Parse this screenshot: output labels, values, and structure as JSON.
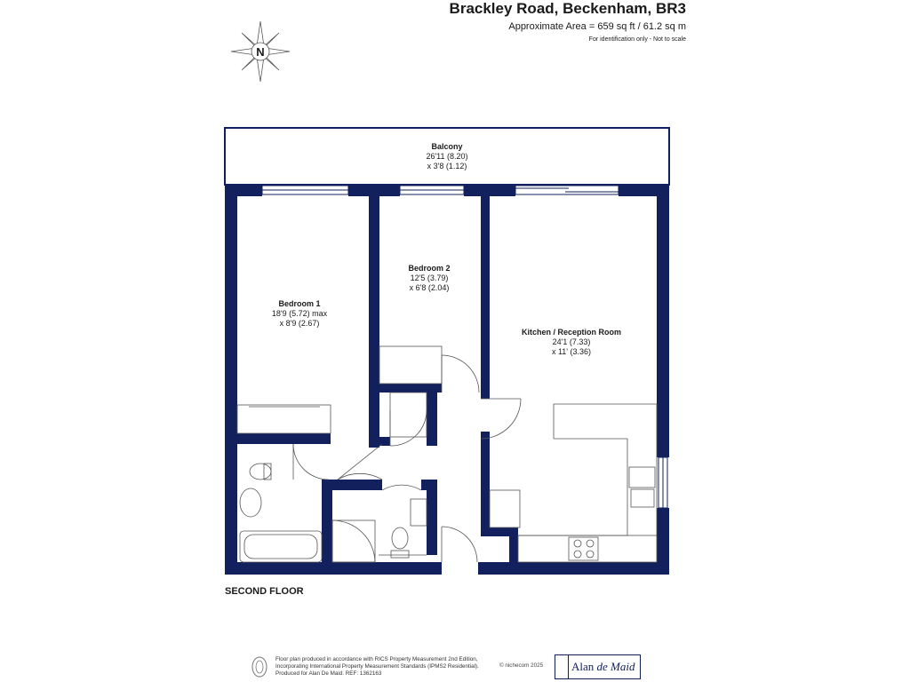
{
  "header": {
    "title": "Brackley Road, Beckenham, BR3",
    "area": "Approximate Area = 659 sq ft / 61.2 sq m",
    "note": "For identification only - Not to scale"
  },
  "compass": {
    "letter": "N"
  },
  "rooms": {
    "balcony": {
      "name": "Balcony",
      "dim1": "26'11 (8.20)",
      "dim2": "x 3'8 (1.12)"
    },
    "bedroom1": {
      "name": "Bedroom 1",
      "dim1": "18'9 (5.72) max",
      "dim2": "x 8'9 (2.67)"
    },
    "bedroom2": {
      "name": "Bedroom 2",
      "dim1": "12'5 (3.79)",
      "dim2": "x 6'8 (2.04)"
    },
    "kitchen": {
      "name": "Kitchen / Reception Room",
      "dim1": "24'1 (7.33)",
      "dim2": "x 11' (3.36)"
    }
  },
  "floor_label": "SECOND FLOOR",
  "footer": {
    "line1": "Floor plan produced in accordance with RICS Property Measurement 2nd Edition,",
    "line2": "Incorporating International Property Measurement Standards (IPMS2 Residential).",
    "line3": "Produced for Alan De Maid.   REF: 1362163",
    "copyright": "© nichecom 2025",
    "brand_first": "Alan ",
    "brand_second": "de Maid"
  },
  "colors": {
    "wall": "#13205e",
    "fixture": "#555555"
  }
}
